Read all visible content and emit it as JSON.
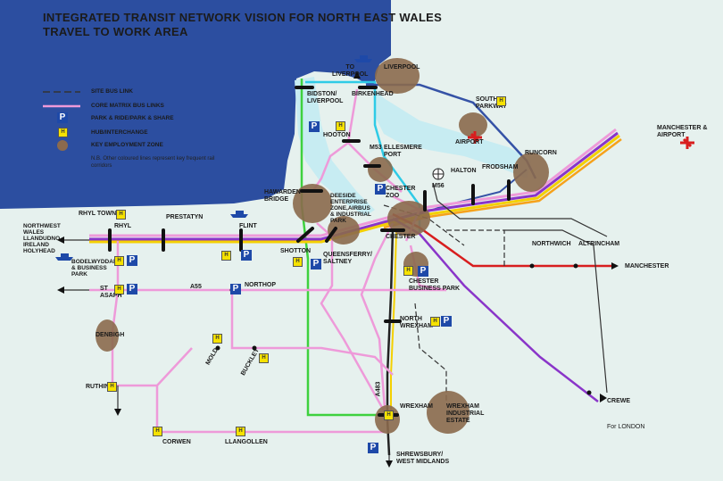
{
  "title": {
    "line1": "INTEGRATED TRANSIT NETWORK VISION FOR NORTH EAST WALES",
    "line2": "TRAVEL TO WORK AREA"
  },
  "legend": {
    "site_bus_link": "SITE BUS LINK",
    "core_matrix": "CORE MATRIX BUS LINKS",
    "park_ride": "PARK & RIDE/PARK & SHARE",
    "hub": "HUB/INTERCHANGE",
    "employment": "KEY EMPLOYMENT ZONE",
    "note": "N.B. Other coloured lines represent key frequent rail corridors",
    "p_symbol": "P",
    "h_symbol": "H"
  },
  "places": {
    "to_liverpool": "TO\nLIVERPOOL",
    "liverpool": "LIVERPOOL",
    "bidston": "BIDSTON/\nLIVERPOOL",
    "birkenhead": "BIRKENHEAD",
    "south_parkway": "SOUTH\nPARKWAY",
    "airport": "AIRPORT",
    "hooton": "HOOTON",
    "ellesmere_port": "ELLESMERE\nPORT",
    "m53": "M53",
    "halton": "HALTON",
    "frodsham": "FRODSHAM",
    "runcorn": "RUNCORN",
    "m56": "M56",
    "manchester_airport": "MANCHESTER &\nAIRPORT",
    "hawarden_bridge": "HAWARDEN\nBRIDGE",
    "deeside": "DEESIDE\nENTERPRISE\nZONE,AIRBUS\n& INDUSTRIAL\nPARK",
    "chester_zoo": "CHESTER\nZOO",
    "chester": "CHESTER",
    "northwich": "NORTHWICH",
    "altrincham": "ALTRINCHAM",
    "manchester": "MANCHESTER",
    "rhyl_town": "RHYL TOWN",
    "rhyl": "RHYL",
    "prestatyn": "PRESTATYN",
    "flint": "FLINT",
    "north_west_wales": "NORTHWEST\nWALES\nLLANDUDNO\nIRELAND\nHOLYHEAD",
    "bodelwyddan": "BODELWYDDAN\n& BUSINESS\nPARK",
    "shotton": "SHOTTON",
    "queensferry": "QUEENSFERRY/\nSALTNEY",
    "chester_business_park": "CHESTER\nBUSINESS PARK",
    "st_asaph": "ST\nASAPH",
    "a55": "A55",
    "northop": "NORTHOP",
    "denbigh": "DENBIGH",
    "north_wrexham": "NORTH\nWREXHAM",
    "mold": "MOLD",
    "buckley": "BUCKLEY",
    "a483": "A483",
    "ruthin": "RUTHIN",
    "wrexham": "WREXHAM",
    "wrexham_industrial": "WREXHAM\nINDUSTRIAL\nESTATE",
    "crewe": "CREWE",
    "for_london": "For LONDON",
    "corwen": "CORWEN",
    "llangollen": "LLANGOLLEN",
    "shrewsbury": "SHREWSBURY/\nWEST MIDLANDS"
  },
  "colors": {
    "land": "#e6f1ee",
    "sea": "#2c4ea0",
    "estuary": "#c7ecf2",
    "pink": "#ee9ad9",
    "green": "#3ed13e",
    "cyan": "#2fcbe6",
    "navy": "#3552a6",
    "purple": "#8a35c9",
    "yellow": "#f4d000",
    "orange": "#f6a21b",
    "red": "#d81e1e",
    "employment": "#8b6a4d",
    "hub": "#f6e200",
    "park": "#1e49a8"
  }
}
